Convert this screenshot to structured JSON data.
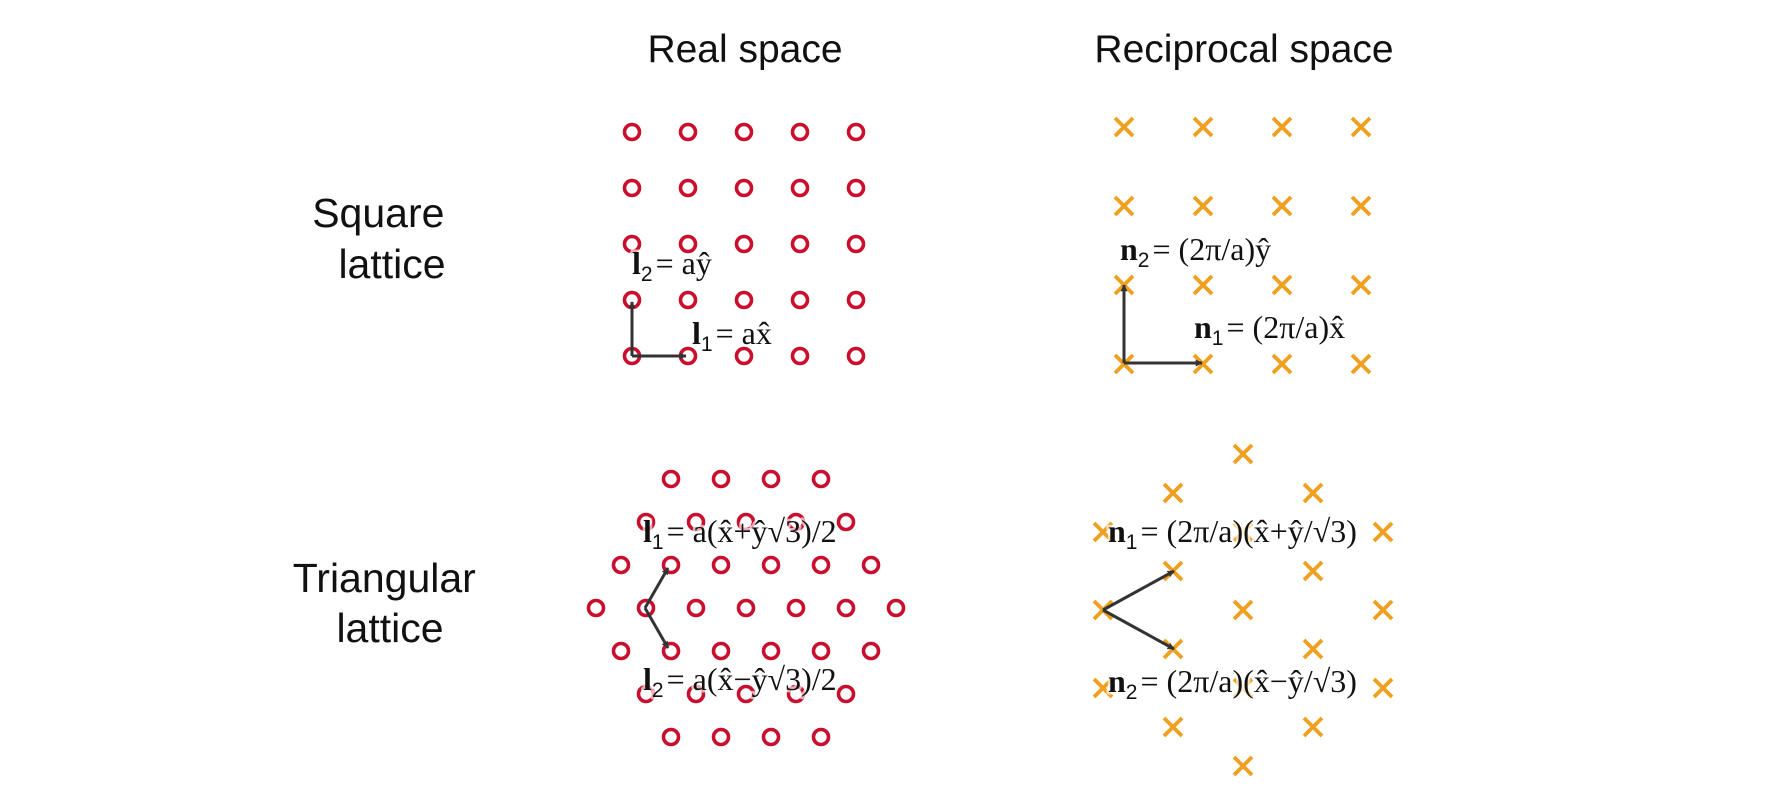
{
  "headers": {
    "real": "Real space",
    "reciprocal": "Reciprocal space"
  },
  "rows": {
    "square": [
      "Square",
      "lattice"
    ],
    "triangular": [
      "Triangular",
      "lattice"
    ]
  },
  "colors": {
    "real_point": "#c8102e",
    "reciprocal_point": "#f0a020",
    "vector": "#333333"
  },
  "marker_shapes": {
    "real": "circle",
    "reciprocal": "cross"
  },
  "vector_labels": {
    "square_real_l1": {
      "sym": "l",
      "sub": "1",
      "rhs": "= ax̂"
    },
    "square_real_l2": {
      "sym": "l",
      "sub": "2",
      "rhs": "= aŷ"
    },
    "square_recip_n1": {
      "sym": "n",
      "sub": "1",
      "rhs": "= (2π/a)x̂"
    },
    "square_recip_n2": {
      "sym": "n",
      "sub": "2",
      "rhs": "= (2π/a)ŷ"
    },
    "tri_real_l1": {
      "sym": "l",
      "sub": "1",
      "rhs": "= a(x̂+ŷ√3)/2"
    },
    "tri_real_l2": {
      "sym": "l",
      "sub": "2",
      "rhs": "= a(x̂−ŷ√3)/2"
    },
    "tri_recip_n1": {
      "sym": "n",
      "sub": "1",
      "rhs": "= (2π/a)(x̂+ŷ/√3)"
    },
    "tri_recip_n2": {
      "sym": "n",
      "sub": "2",
      "rhs": "= (2π/a)(x̂−ŷ/√3)"
    }
  }
}
